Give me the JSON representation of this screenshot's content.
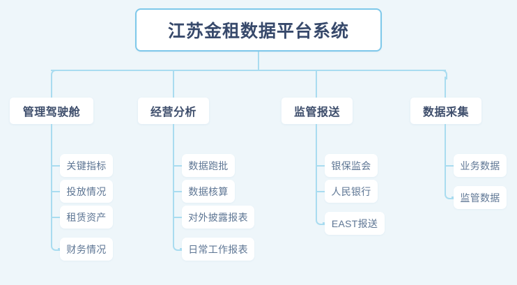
{
  "diagram": {
    "type": "tree",
    "background_color": "#eef6fa",
    "connector_color": "#a9dcf0",
    "root": {
      "label": "江苏金租数据平台系统",
      "text_color": "#37496b",
      "border_color": "#7ec8ea",
      "fill_color": "#ffffff"
    },
    "branches": [
      {
        "label": "管理驾驶舱",
        "children": [
          {
            "label": "关键指标"
          },
          {
            "label": "投放情况"
          },
          {
            "label": "租赁资产"
          },
          {
            "label": "财务情况"
          }
        ]
      },
      {
        "label": "经营分析",
        "children": [
          {
            "label": "数据跑批"
          },
          {
            "label": "数据核算"
          },
          {
            "label": "对外披露报表"
          },
          {
            "label": "日常工作报表"
          }
        ]
      },
      {
        "label": "监管报送",
        "children": [
          {
            "label": "银保监会"
          },
          {
            "label": "人民银行"
          },
          {
            "label": "EAST报送"
          }
        ]
      },
      {
        "label": "数据采集",
        "children": [
          {
            "label": "业务数据"
          },
          {
            "label": "监管数据"
          }
        ]
      }
    ]
  }
}
